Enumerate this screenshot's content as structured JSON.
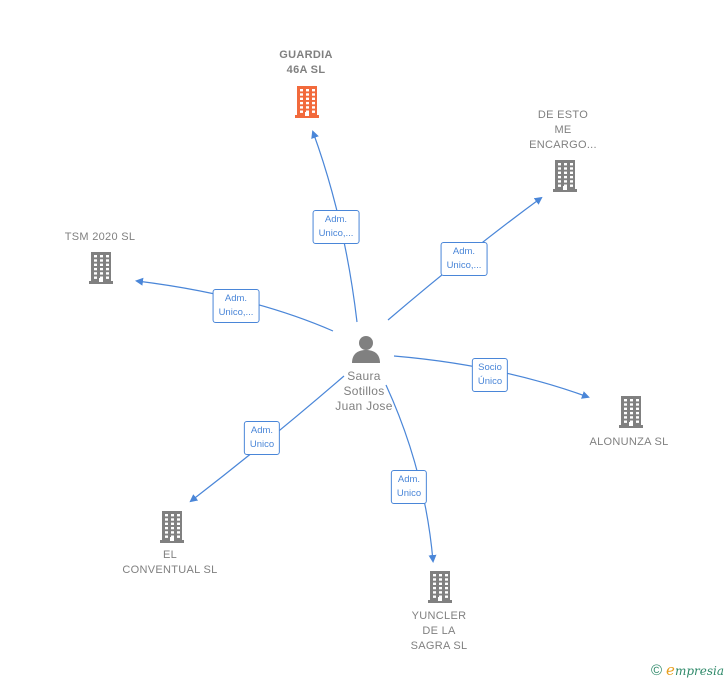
{
  "colors": {
    "edge": "#4a86d8",
    "main_company": "#f26a3c",
    "company": "#808080",
    "person": "#808080"
  },
  "center": {
    "name": "Saura\nSotillos\nJuan Jose",
    "icon": "person-icon"
  },
  "companies": [
    {
      "id": "guardia",
      "name": "GUARDIA\n46A  SL",
      "main": true,
      "icon": "building-icon",
      "relation": "Adm.\nUnico,..."
    },
    {
      "id": "deesto",
      "name": "DE ESTO\nME\nENCARGO...",
      "main": false,
      "icon": "building-icon",
      "relation": "Adm.\nUnico,..."
    },
    {
      "id": "tsm",
      "name": "TSM 2020  SL",
      "main": false,
      "icon": "building-icon",
      "relation": "Adm.\nUnico,..."
    },
    {
      "id": "alonunza",
      "name": "ALONUNZA  SL",
      "main": false,
      "icon": "building-icon",
      "relation": "Socio\nÚnico"
    },
    {
      "id": "conventual",
      "name": "EL\nCONVENTUAL SL",
      "main": false,
      "icon": "building-icon",
      "relation": "Adm.\nUnico"
    },
    {
      "id": "yuncler",
      "name": "YUNCLER\nDE LA\nSAGRA  SL",
      "main": false,
      "icon": "building-icon",
      "relation": "Adm.\nUnico"
    }
  ],
  "footer": {
    "copyright_symbol": "©",
    "brand_initial": "e",
    "brand_rest": "mpresia"
  }
}
